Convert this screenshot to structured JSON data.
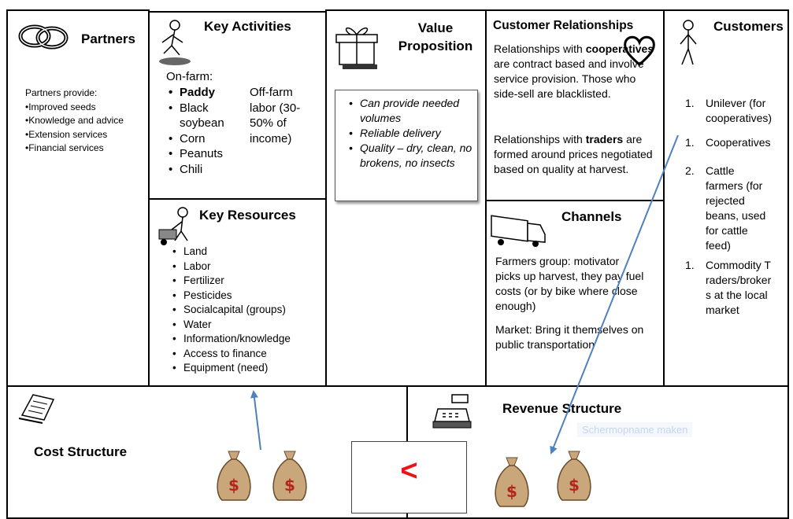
{
  "partners": {
    "title": "Partners",
    "intro": "Partners provide:",
    "items": [
      "•Improved seeds",
      "•Knowledge and advice",
      "•Extension services",
      "•Financial services"
    ]
  },
  "key_activities": {
    "title": "Key Activities",
    "on_farm_label": "On-farm:",
    "on_farm_items": [
      "Paddy",
      "Black soybean",
      "Corn",
      "Peanuts",
      "Chili"
    ],
    "off_farm": "Off-farm labor (30-50% of income)"
  },
  "key_resources": {
    "title": "Key Resources",
    "items": [
      "Land",
      "Labor",
      "Fertilizer",
      "Pesticides",
      "Socialcapital (groups)",
      "Water",
      "Information/knowledge",
      "Access to finance",
      "Equipment (need)"
    ]
  },
  "value_proposition": {
    "title_line1": "Value",
    "title_line2": "Proposition",
    "items": [
      "Can provide needed volumes",
      "Reliable delivery",
      "Quality – dry, clean, no brokens, no insects"
    ]
  },
  "customer_relationships": {
    "title": "Customer Relationships",
    "p1_a": "Relationships with ",
    "p1_bold": "cooperatives",
    "p1_b": " are contract based and involve service provision.  Those who side-sell are blacklisted.",
    "p2_a": "Relationships with ",
    "p2_bold": "traders",
    "p2_b": " are formed around prices negotiated based on quality at harvest."
  },
  "channels": {
    "title": "Channels",
    "p1": "Farmers group: motivator picks up harvest, they pay fuel costs (or by bike where close enough)",
    "p2": "Market: Bring it themselves on public transportation"
  },
  "customers": {
    "title": "Customers",
    "items": [
      {
        "num": "1.",
        "text": "Unilever (for cooperatives)"
      },
      {
        "num": "1.",
        "text": "Cooperatives"
      },
      {
        "num": "2.",
        "text": "Cattle farmers (for rejected beans, used for cattle feed)"
      },
      {
        "num": "1.",
        "text": "Commodity Traders/brokers at the local market"
      }
    ]
  },
  "cost_structure": {
    "title": "Cost Structure"
  },
  "revenue_structure": {
    "title": "Revenue Structure",
    "faint_overlay": "Schermopname maken"
  },
  "comparison": {
    "symbol": "<",
    "color": "#e8151b"
  },
  "colors": {
    "arrow": "#4f81bd",
    "money_bag": "#c9a77a",
    "dollar": "#b3261e"
  }
}
